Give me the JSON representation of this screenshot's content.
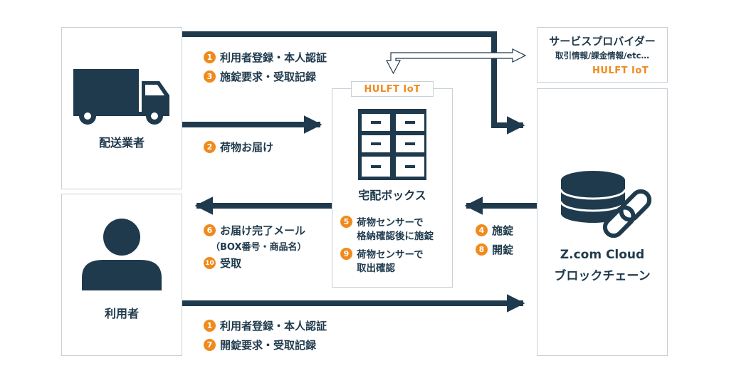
{
  "delivery": {
    "label": "配送業者"
  },
  "user": {
    "label": "利用者"
  },
  "locker": {
    "label": "宅配ボックス",
    "brand": "HULFT IoT"
  },
  "provider": {
    "title": "サービスプロバイダー",
    "subtitle": "取引情報/課金情報/etc…",
    "brand": "HULFT IoT"
  },
  "cloud": {
    "line1": "Z.com Cloud",
    "line2": "ブロックチェーン"
  },
  "steps_delivery": [
    {
      "num": "1",
      "text": "利用者登録・本人認証"
    },
    {
      "num": "3",
      "text": "施錠要求・受取記録"
    }
  ],
  "step_deliver": {
    "num": "2",
    "text": "荷物お届け"
  },
  "steps_notify": {
    "first": {
      "num": "6",
      "text": "お届け完了メール"
    },
    "paren": "（BOX番号・商品名）",
    "second": {
      "num": "10",
      "text": "受取"
    }
  },
  "steps_user": [
    {
      "num": "1",
      "text": "利用者登録・本人認証"
    },
    {
      "num": "7",
      "text": "開錠要求・受取記録"
    }
  ],
  "steps_locker": [
    {
      "num": "5",
      "line1": "荷物センサーで",
      "line2": "格納確認後に施錠"
    },
    {
      "num": "9",
      "line1": "荷物センサーで",
      "line2": "取出確認"
    }
  ],
  "steps_lock": [
    {
      "num": "4",
      "text": "施錠"
    },
    {
      "num": "8",
      "text": "開錠"
    }
  ],
  "colors": {
    "navy": "#1f3a4d",
    "orange": "#f08a1c",
    "border": "#c9d0d6"
  },
  "icons": [
    "truck-icon",
    "person-icon",
    "locker-icon",
    "database-icon",
    "chain-link-icon"
  ]
}
